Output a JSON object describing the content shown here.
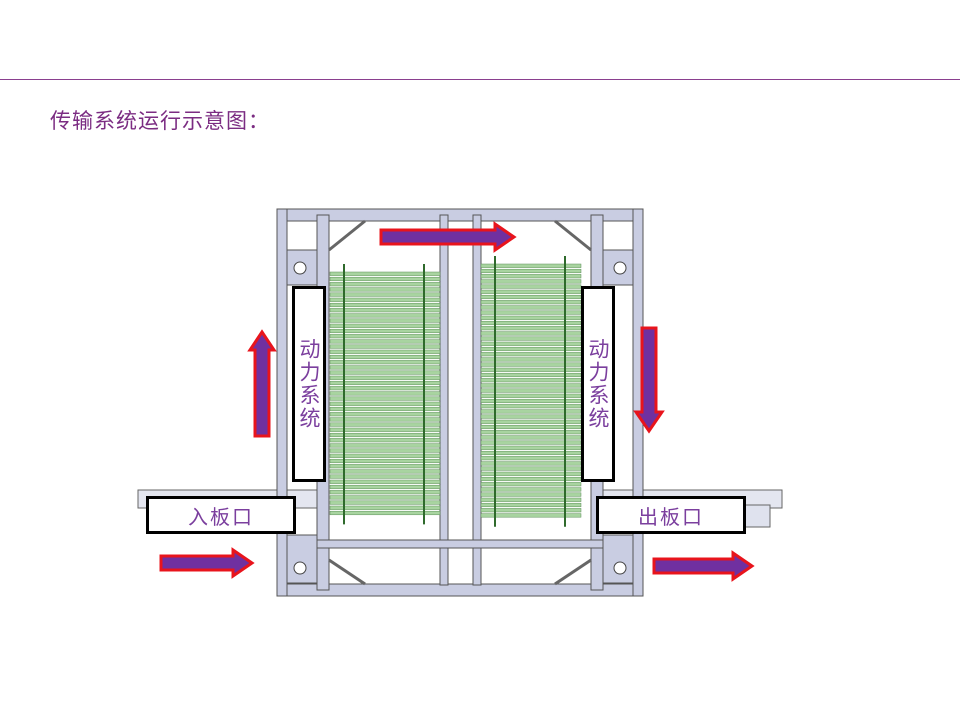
{
  "slide": {
    "title": "传输系统运行示意图："
  },
  "diagram": {
    "left_power_label": "动力系统",
    "right_power_label": "动力系统",
    "inlet_label": "入板口",
    "outlet_label": "出板口",
    "colors": {
      "accent": "#7b2c82",
      "arrow_fill": "#7030a0",
      "arrow_stroke": "#e8141c",
      "frame": "#b9bed6",
      "rack": "#a8d4a0"
    }
  }
}
